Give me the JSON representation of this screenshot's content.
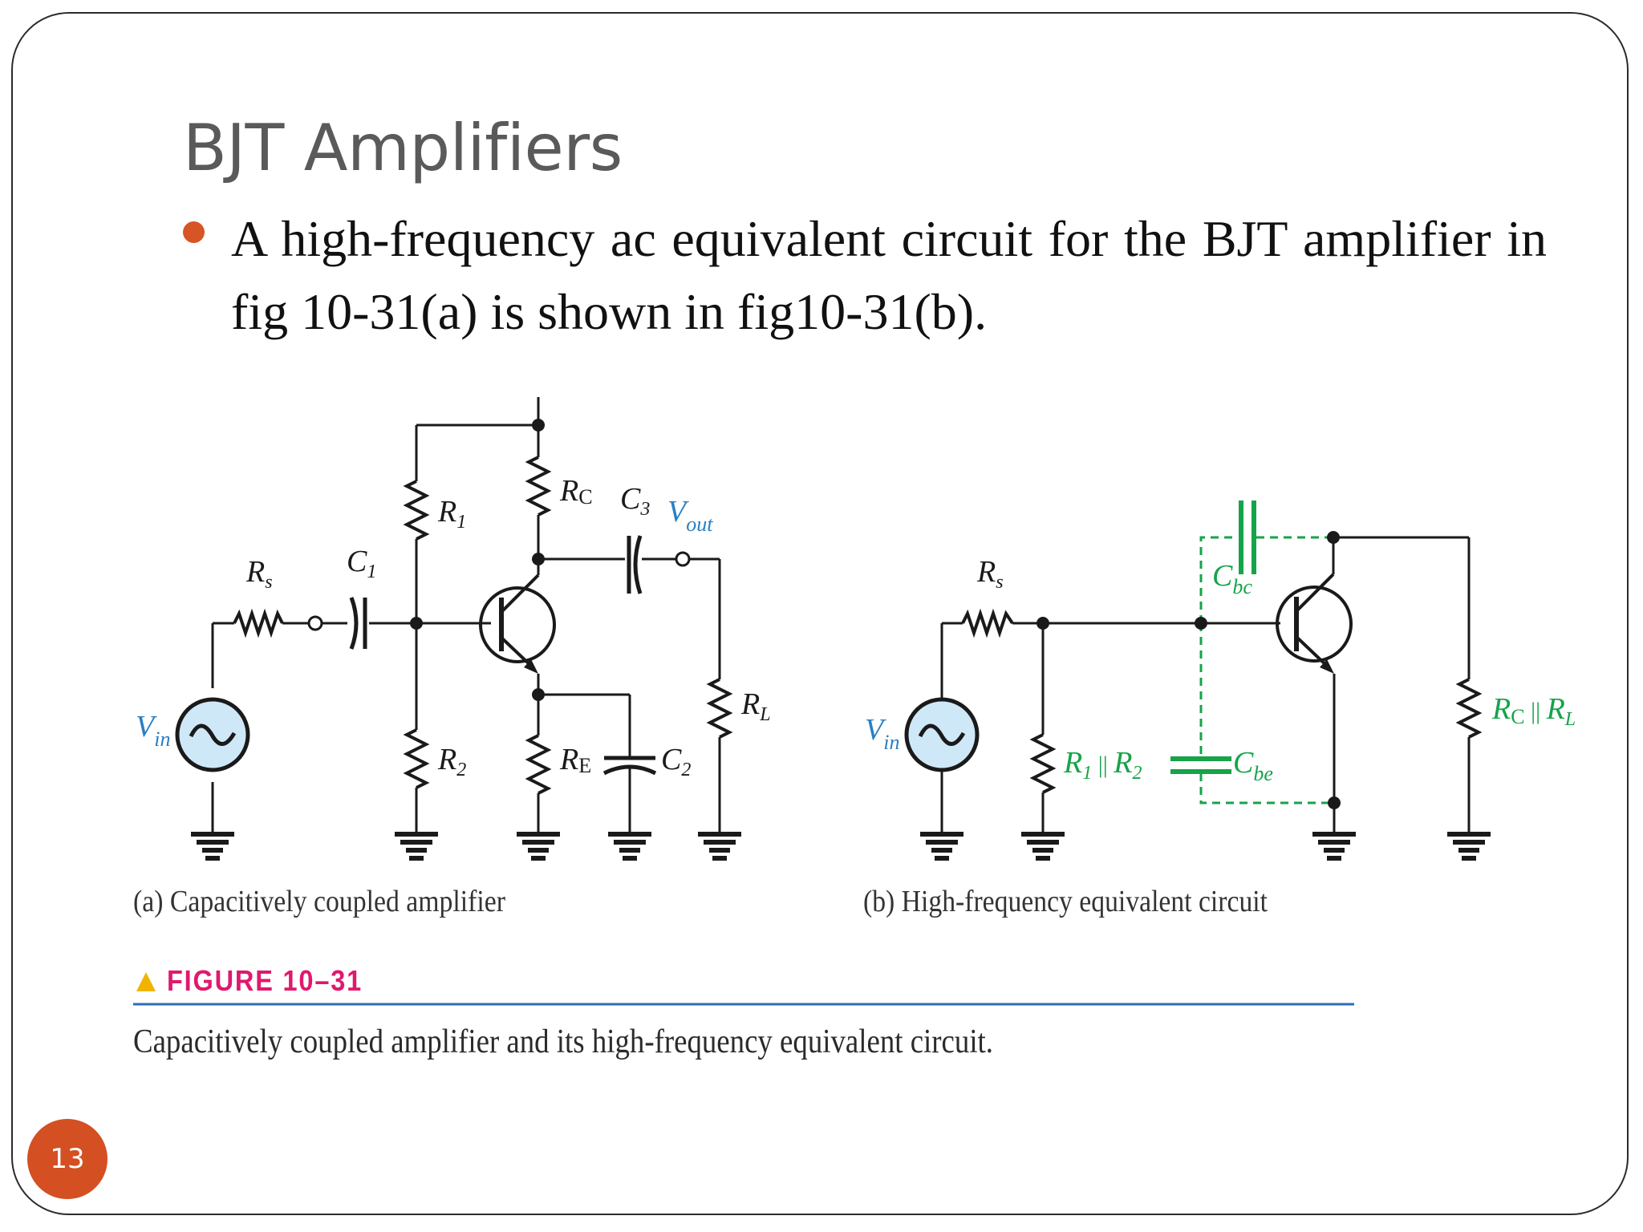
{
  "slide": {
    "title": "BJT Amplifiers",
    "bullet": "A high-frequency ac equivalent circuit for the BJT amplifier in fig 10-31(a) is shown in fig10-31(b).",
    "page_number": "13"
  },
  "figure": {
    "label": "FIGURE 10–31",
    "caption": "Capacitively coupled amplifier and its high-frequency equivalent circuit.",
    "panel_a_caption": "(a) Capacitively coupled amplifier",
    "panel_b_caption": "(b) High-frequency equivalent circuit",
    "panel_a": {
      "rs": "R",
      "rs_sub": "s",
      "c1": "C",
      "c1_sub": "1",
      "r1": "R",
      "r1_sub": "1",
      "r2": "R",
      "r2_sub": "2",
      "rc": "R",
      "rc_sub": "C",
      "re": "R",
      "re_sub": "E",
      "c3": "C",
      "c3_sub": "3",
      "c2": "C",
      "c2_sub": "2",
      "vout": "V",
      "vout_sub": "out",
      "rl": "R",
      "rl_sub": "L",
      "vin": "V",
      "vin_sub": "in"
    },
    "panel_b": {
      "rs": "R",
      "rs_sub": "s",
      "vin": "V",
      "vin_sub": "in",
      "r12_a": "R",
      "r12_a_sub": "1",
      "r12_sep": " || ",
      "r12_b": "R",
      "r12_b_sub": "2",
      "cbc": "C",
      "cbc_sub": "bc",
      "cbe": "C",
      "cbe_sub": "be",
      "rcl_a": "R",
      "rcl_a_sub": "C",
      "rcl_sep": " || ",
      "rcl_b": "R",
      "rcl_b_sub": "L"
    }
  },
  "colors": {
    "accent": "#d75426",
    "wire": "#1a1a1a",
    "source_fill": "#cfe8f8",
    "source_ring": "#2a9ad6",
    "equiv_green": "#17a34a",
    "label_blue": "#2a7fc4",
    "figure_pink": "#e0196e",
    "figure_rule": "#2f6db5",
    "triangle": "#f0b400"
  }
}
